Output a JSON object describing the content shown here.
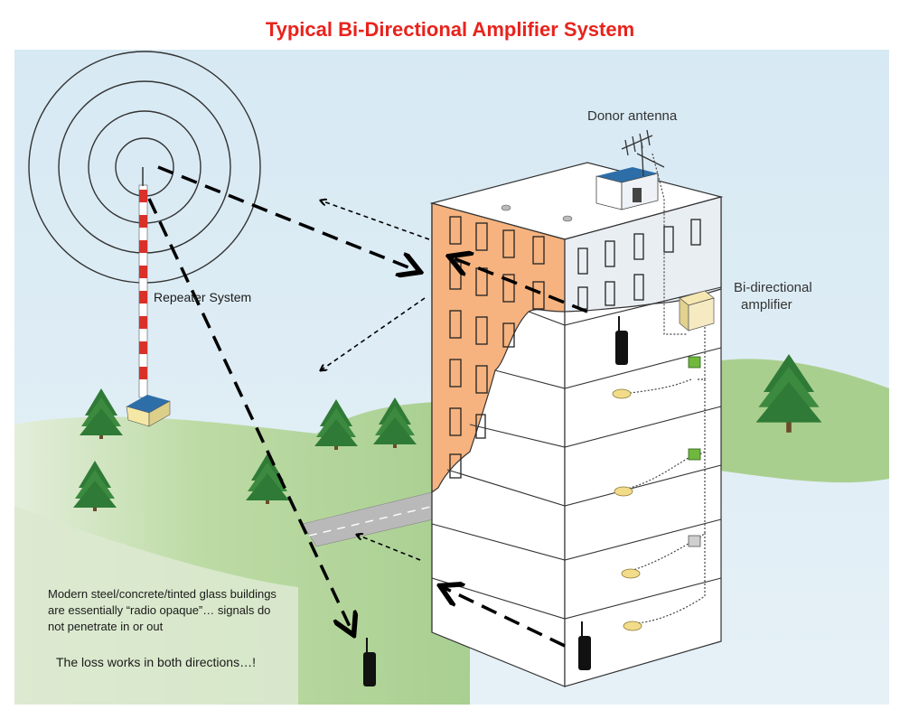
{
  "title": "Typical Bi-Directional Amplifier System",
  "labels": {
    "donor_antenna": "Donor antenna",
    "bi_directional_amplifier_line1": "Bi-directional",
    "bi_directional_amplifier_line2": "amplifier",
    "repeater_system": "Repeater System",
    "note_line1": "Modern steel/concrete/tinted glass buildings",
    "note_line2": "are essentially “radio opaque”… signals do",
    "note_line3": "not penetrate in or out",
    "loss_note": "The loss works in both directions…!"
  },
  "colors": {
    "title": "#e8231c",
    "sky": "#dcecf4",
    "ground": "#a9cf8f",
    "building_side": "#f6b37f",
    "tower_red": "#d9302a",
    "amplifier_green": "#6fb83d",
    "antenna_yellow": "#f2dc8a"
  }
}
